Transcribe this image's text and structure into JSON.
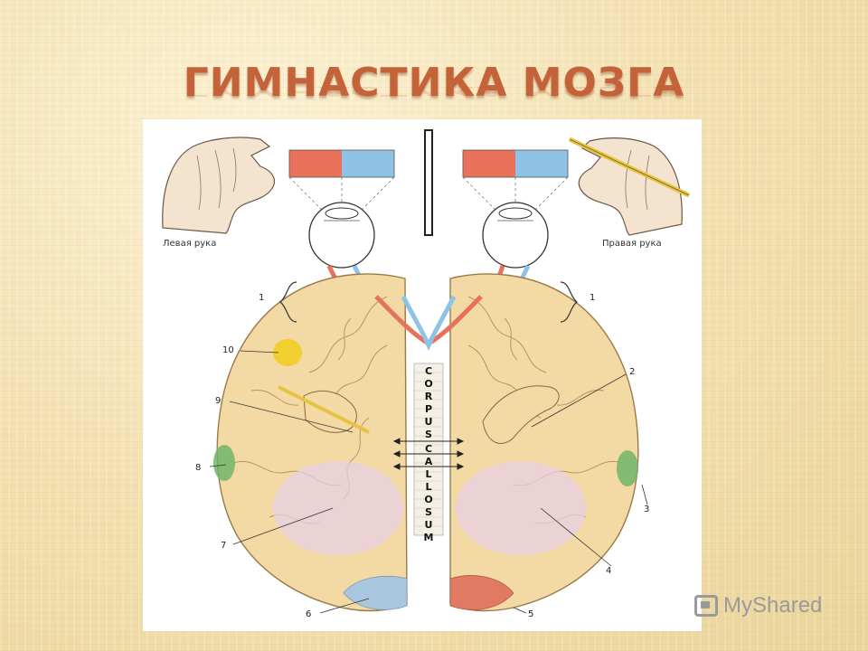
{
  "slide": {
    "title": "ГИМНАСТИКА МОЗГА"
  },
  "figure": {
    "left_hand_label": "Левая рука",
    "right_hand_label": "Правая рука",
    "corpus_word1": [
      "C",
      "O",
      "R",
      "P",
      "U",
      "S"
    ],
    "corpus_word2": [
      "C",
      "A",
      "L",
      "L",
      "O",
      "S",
      "U",
      "M"
    ],
    "callouts": [
      "1",
      "1",
      "2",
      "3",
      "4",
      "5",
      "6",
      "7",
      "8",
      "9",
      "10"
    ],
    "colors": {
      "brain": "#f3d9a4",
      "brain_outline": "#9b7a4a",
      "red_zone": "#e8715b",
      "blue_zone": "#8ec3e6",
      "yellow_zone": "#f2cc22",
      "green_zone": "#6fb56a",
      "pink_zone": "#e7cfe6",
      "occipital_blue": "#a9c6df",
      "occipital_red": "#e07a62"
    }
  },
  "watermark": {
    "text": "MyShared"
  }
}
